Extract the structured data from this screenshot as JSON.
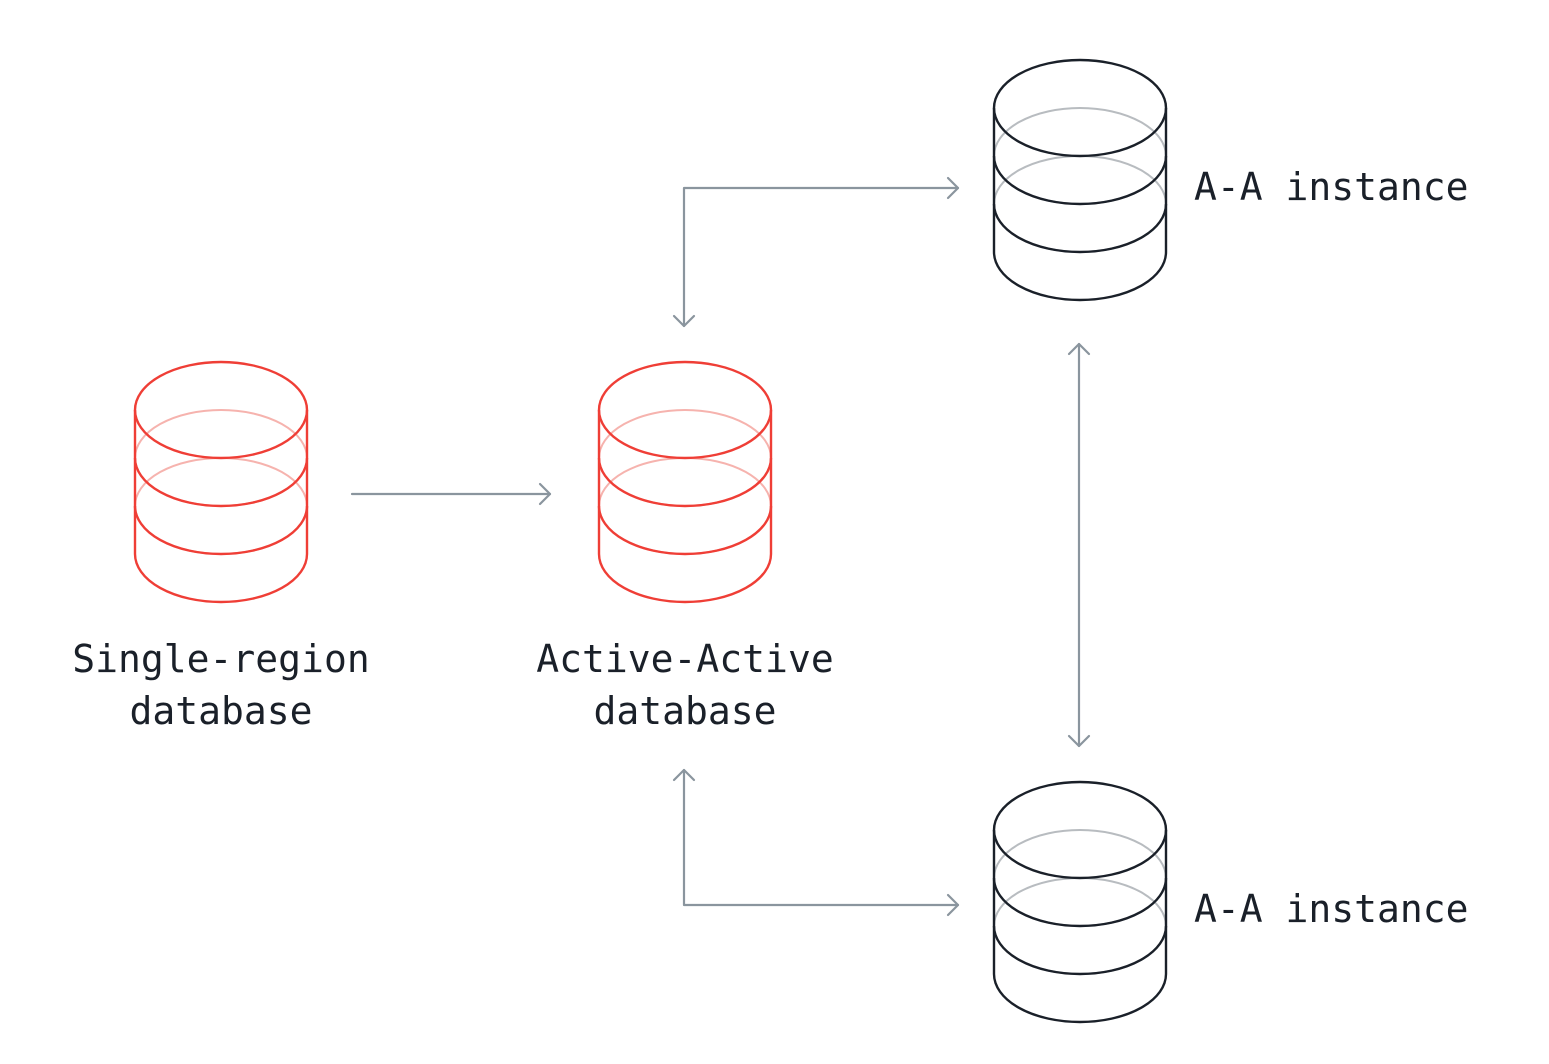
{
  "nodes": {
    "single_region": {
      "label_line1": "Single-region",
      "label_line2": "database"
    },
    "active_active": {
      "label_line1": "Active-Active",
      "label_line2": "database"
    },
    "instance_top": {
      "label": "A-A instance"
    },
    "instance_bottom": {
      "label": "A-A instance"
    }
  },
  "colors": {
    "accent_red": "#ef3e36",
    "accent_red_faint": "#f6b3ae",
    "dark": "#1a2029",
    "dark_faint": "#b8bcc0",
    "arrow": "#8a959e"
  },
  "icons": [
    "database-icon",
    "arrow-icon"
  ]
}
